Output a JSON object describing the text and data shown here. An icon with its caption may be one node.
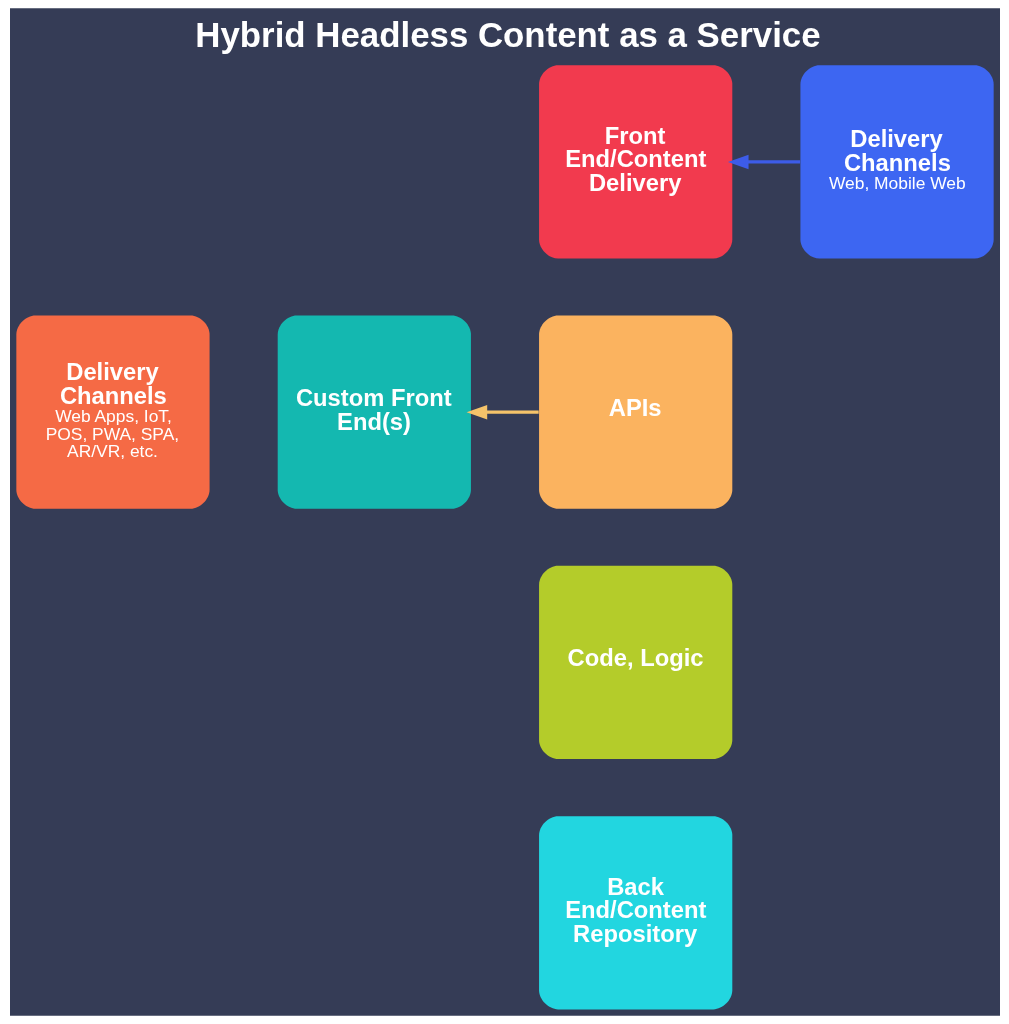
{
  "diagram": {
    "title": "Hybrid Headless Content as a Service",
    "nodes": [
      {
        "text": [
          "Front End/Content Delivery"
        ]
      },
      {
        "text": [
          "Delivery Channels",
          "Web, Mobile Web"
        ]
      },
      {
        "text": [
          "Delivery Channels",
          "Web Apps, IoT, POS, PWA, SPA, AR/VR, etc."
        ]
      },
      {
        "text": [
          "Custom Front End(s)"
        ]
      },
      {
        "text": [
          "APIs"
        ]
      },
      {
        "text": [
          "Code, Logic"
        ]
      },
      {
        "text": [
          "Back End/Content Repository"
        ]
      }
    ],
    "edges": [
      {
        "from": 1,
        "to": 0,
        "arrow": "to",
        "color": "#3d5ce8"
      },
      {
        "from": 4,
        "to": 3,
        "arrow": "to",
        "color": "#f5c36a"
      }
    ]
  }
}
